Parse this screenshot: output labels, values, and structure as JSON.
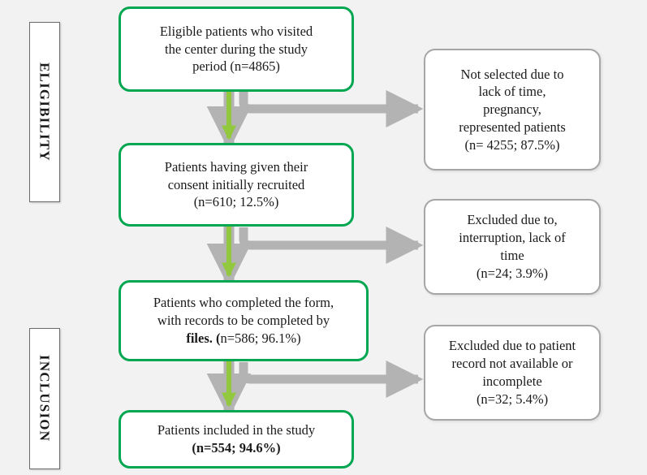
{
  "figure": {
    "type": "flowchart",
    "orientation": "vertical",
    "background_color": "#f2f2f2",
    "accent_green": "#00a650",
    "stripe_green": "#92c83e",
    "connector_gray": "#b3b3b3",
    "box_gray_border": "#a6a6a6"
  },
  "phases": [
    {
      "id": "eligibility",
      "label": "ELIGIBILITY"
    },
    {
      "id": "inclusion",
      "label": "INCLUSION"
    }
  ],
  "flow_boxes": [
    {
      "id": "eligible",
      "line1": "Eligible patients who visited",
      "line2": "the center during the study",
      "line3": "period (n=4865)",
      "n": 4865
    },
    {
      "id": "consent",
      "line1": "Patients having given their",
      "line2": "consent initially recruited",
      "line3": "(n=610; 12.5%)",
      "n": 610,
      "percent": "12.5%"
    },
    {
      "id": "completed",
      "line1": "Patients who completed the form,",
      "line2": "with records to be completed by",
      "line3_bold": "files. (",
      "line3_rest": "n=586; 96.1%)",
      "n": 586,
      "percent": "96.1%"
    },
    {
      "id": "included",
      "line1": "Patients included in the study",
      "line2_bold": "(n=554; 94.6%)",
      "n": 554,
      "percent": "94.6%"
    }
  ],
  "exclusion_boxes": [
    {
      "id": "excl-1",
      "line1": "Not selected due to",
      "line2": "lack of time,",
      "line3": "pregnancy,",
      "line4": "represented patients",
      "line5": "(n= 4255; 87.5%)",
      "n": 4255,
      "percent": "87.5%"
    },
    {
      "id": "excl-2",
      "line1": "Excluded due to,",
      "line2": "interruption, lack of",
      "line3": "time",
      "line4": "(n=24; 3.9%)",
      "n": 24,
      "percent": "3.9%"
    },
    {
      "id": "excl-3",
      "line1": "Excluded due to patient",
      "line2": "record not available or",
      "line3": "incomplete",
      "line4": "(n=32; 5.4%)",
      "n": 32,
      "percent": "5.4%"
    }
  ],
  "connectors": [
    {
      "id": "down-1",
      "from": "eligible",
      "to": "consent",
      "style": "gray-arrow-green-stripe"
    },
    {
      "id": "branch-1",
      "from": "eligible",
      "to": "excl-1",
      "style": "gray-elbow-arrow"
    },
    {
      "id": "down-2",
      "from": "consent",
      "to": "completed",
      "style": "gray-arrow-green-stripe"
    },
    {
      "id": "branch-2",
      "from": "consent",
      "to": "excl-2",
      "style": "gray-elbow-arrow"
    },
    {
      "id": "down-3",
      "from": "completed",
      "to": "included",
      "style": "gray-arrow-green-stripe"
    },
    {
      "id": "branch-3",
      "from": "completed",
      "to": "excl-3",
      "style": "gray-elbow-arrow"
    }
  ]
}
